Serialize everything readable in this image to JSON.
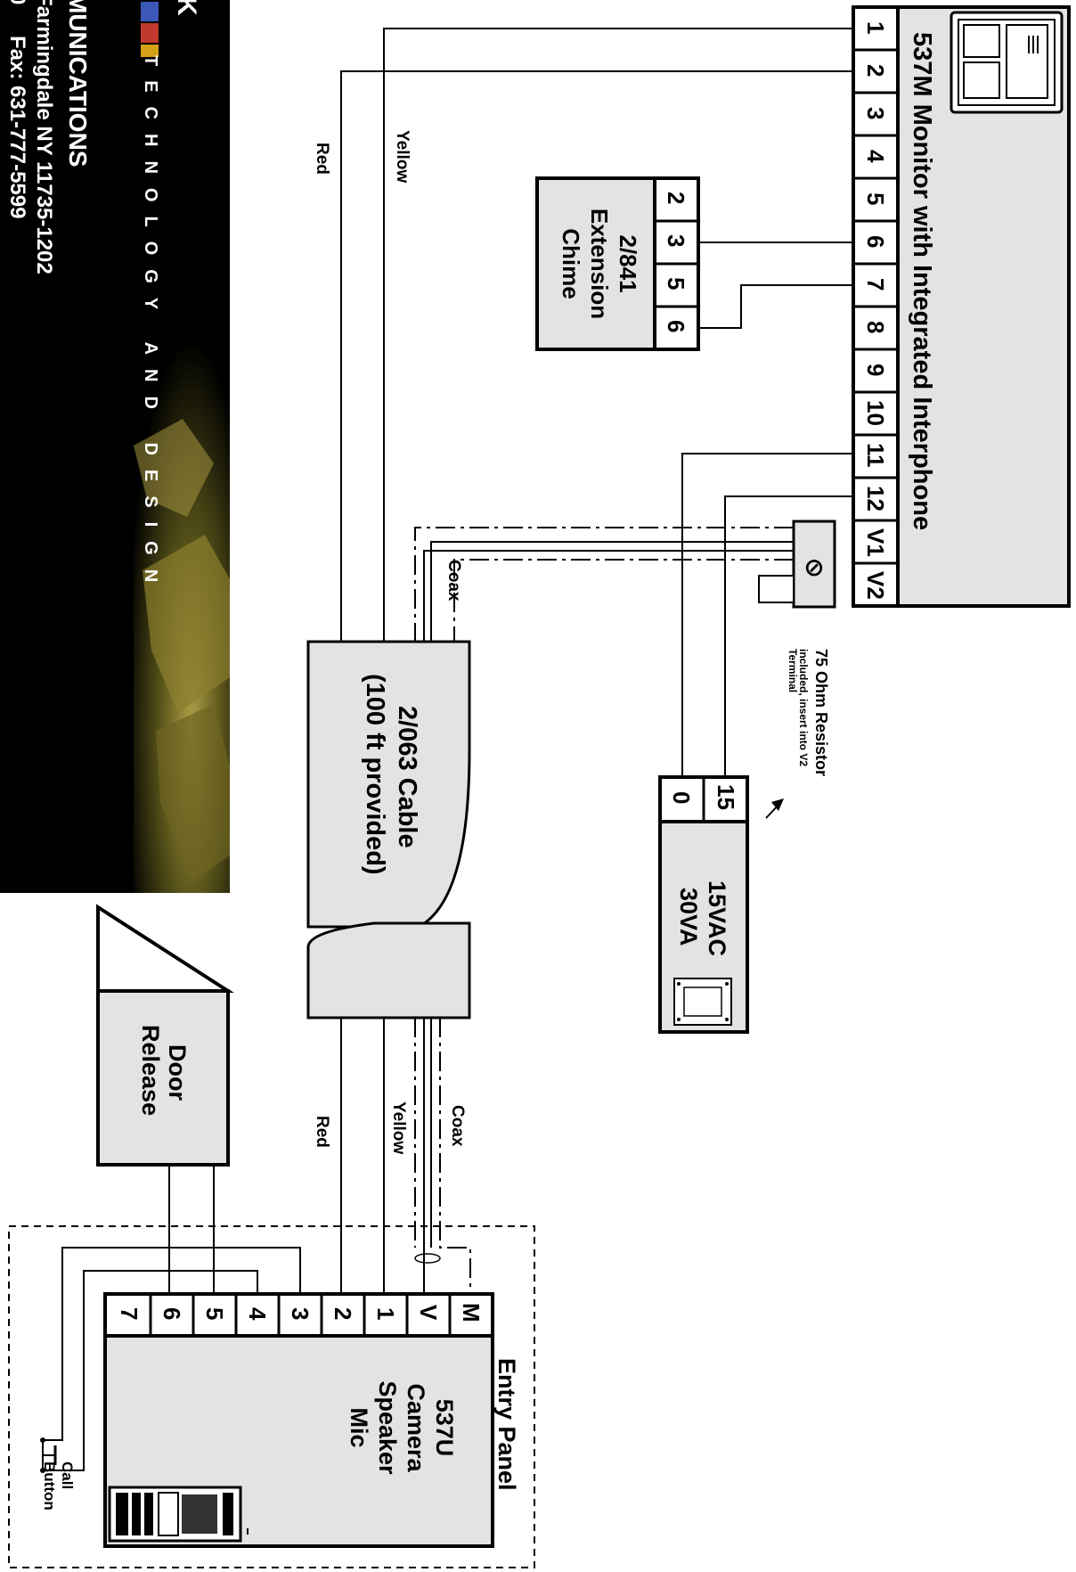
{
  "header": {
    "logo_partial": "K",
    "tagline": "TECHNOLOGY AND DESIGN",
    "company_partial": "MUNICATIONS",
    "address_partial": "Farmingdale NY 11735-1202",
    "fax": "Fax: 631-777-5599",
    "phone_partial": "0"
  },
  "monitor": {
    "title": "537M Monitor with Integrated Interphone",
    "terminals": [
      "1",
      "2",
      "3",
      "4",
      "5",
      "6",
      "7",
      "8",
      "9",
      "10",
      "11",
      "12",
      "V1",
      "V2"
    ]
  },
  "chime": {
    "line1": "2/841",
    "line2": "Extension",
    "line3": "Chime",
    "terminals": [
      "2",
      "3",
      "5",
      "6"
    ]
  },
  "resistor": {
    "line1": "75 Ohm Resistor",
    "line2": "included, insert into V2",
    "line3": "Terminal",
    "symbol": "⊘"
  },
  "transformer": {
    "line1": "15VAC",
    "line2": "30VA",
    "terminals": [
      "15",
      "0"
    ]
  },
  "cable": {
    "line1": "2/063 Cable",
    "line2": "(100 ft provided)"
  },
  "wires": {
    "yellow": "Yellow",
    "red": "Red",
    "coax": "Coax"
  },
  "door_release": {
    "line1": "Door",
    "line2": "Release"
  },
  "entry_panel": {
    "title": "Entry Panel",
    "line1": "537U",
    "line2": "Camera",
    "line3": "Speaker",
    "line4": "Mic",
    "terminals": [
      "M",
      "V",
      "1",
      "2",
      "3",
      "4",
      "5",
      "6",
      "7"
    ]
  },
  "call_button": {
    "line1": "Call",
    "line2": "Button"
  }
}
